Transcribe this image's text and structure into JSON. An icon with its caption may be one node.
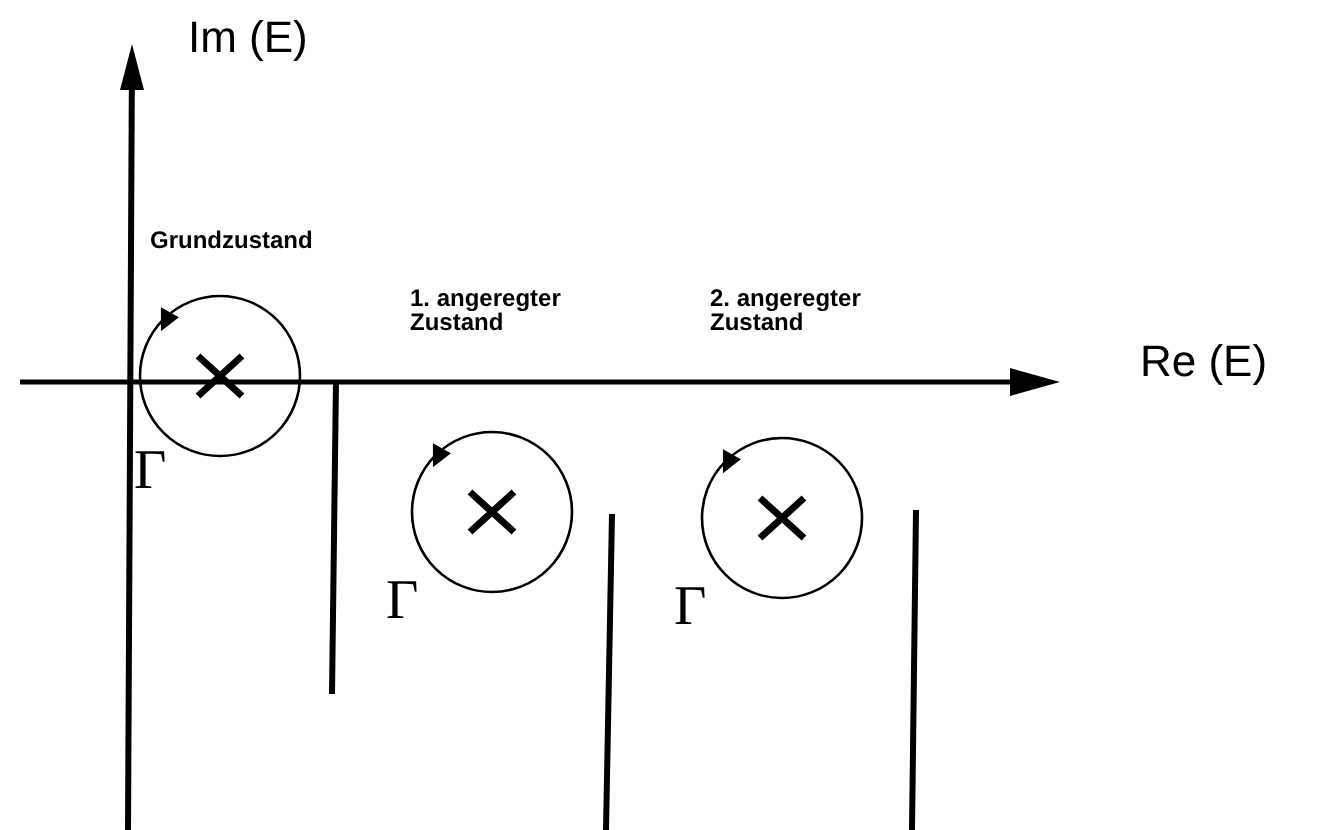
{
  "diagram": {
    "labels": [
      "Im (E)",
      "Grundzustand",
      "1. angeregter Zustand",
      "2. angeregter Zustand",
      "Re (E)",
      "Γ",
      "Γ",
      "Γ"
    ]
  }
}
